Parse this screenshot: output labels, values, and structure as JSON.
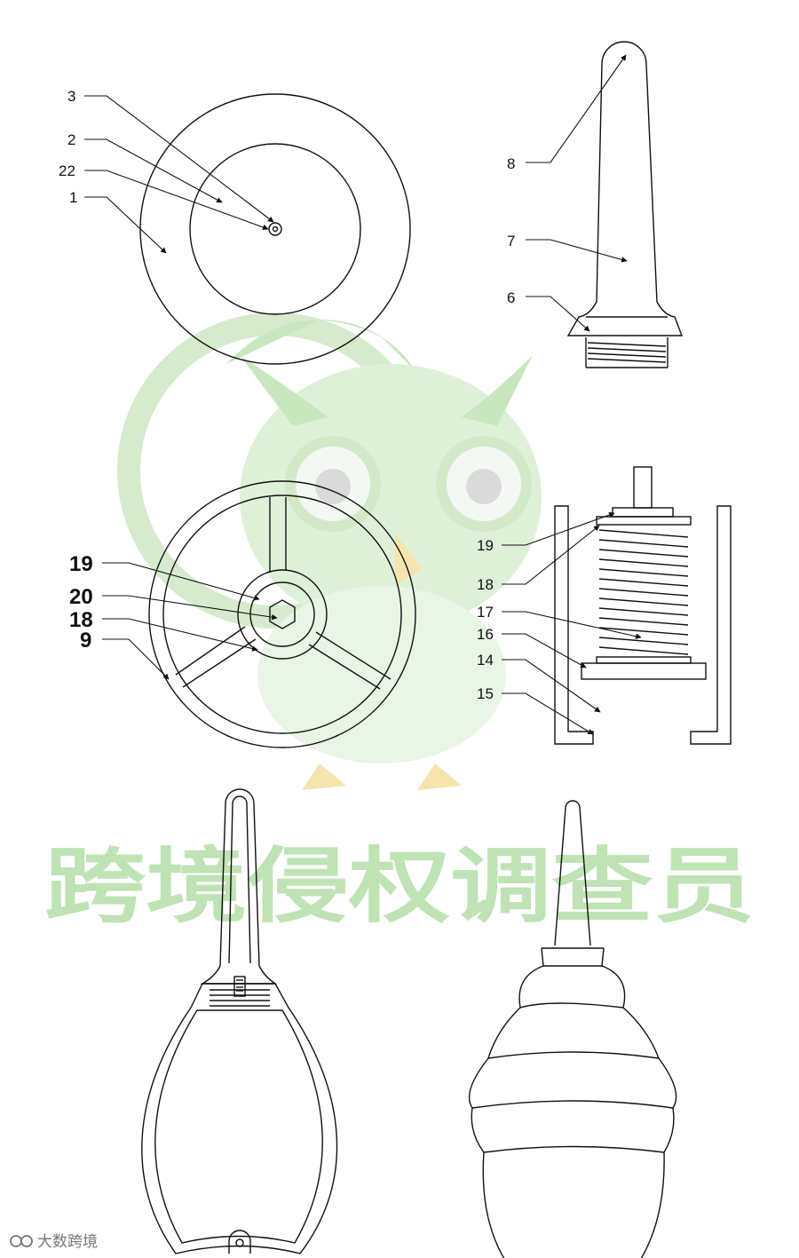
{
  "watermark": {
    "text": "跨境侵权调查员",
    "color": "#bfe3b4"
  },
  "corner_mark": {
    "text": "大数跨境",
    "logo": "infinity-logo-icon"
  },
  "labels": {
    "l3": "3",
    "l2": "2",
    "l22": "22",
    "l1": "1",
    "l8": "8",
    "l7": "7",
    "l6": "6",
    "l19a": "19",
    "l20": "20",
    "l18a": "18",
    "l9": "9",
    "l19b": "19",
    "l18b": "18",
    "l17": "17",
    "l16": "16",
    "l14": "14",
    "l15": "15"
  }
}
